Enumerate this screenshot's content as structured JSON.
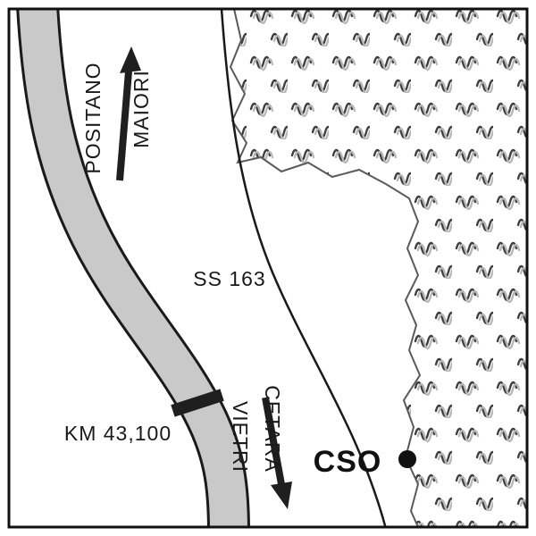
{
  "map": {
    "title": "Road map sketch of SS 163 coastal road with CSO station location",
    "labels": {
      "direction_up_far": "POSITANO",
      "direction_up_near": "MAIORI",
      "road_name": "SS 163",
      "km_marker": "KM 43,100",
      "direction_down_far": "VIETRI",
      "direction_down_near": "CETARA",
      "station": "CSO"
    },
    "symbols": {
      "up_arrow": "direction arrow pointing up (north along road)",
      "down_arrow": "direction arrow pointing down (south along road)",
      "km_tick": "black bar across road at km 43,100",
      "station_dot": "filled circle marking CSO position on coastline",
      "sea_texture": "scribble hatch pattern filling area beyond coastline"
    },
    "colors": {
      "background": "#ffffff",
      "line": "#1a1a1a",
      "road_fill": "#c9c9c9",
      "pattern_dark": "#3f3f3f",
      "pattern_light": "#b8b8b8"
    }
  }
}
